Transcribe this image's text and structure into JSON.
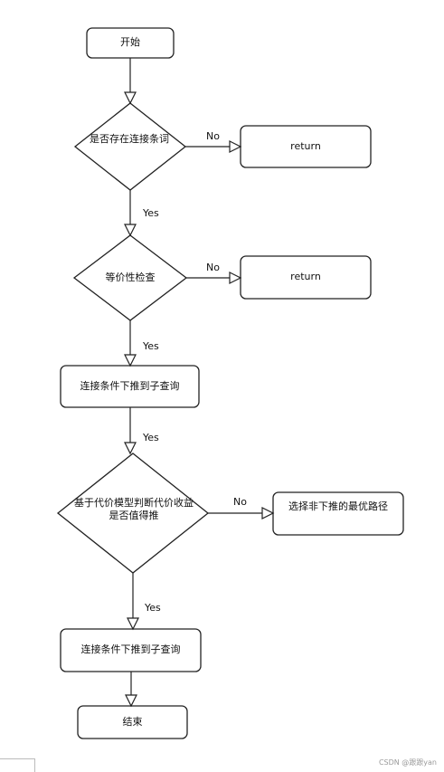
{
  "nodes": {
    "start": "开始",
    "q_connect": "是否存在连接条词",
    "return1": "return",
    "q_equiv": "等价性检查",
    "return2": "return",
    "push1": "连接条件下推到子查询",
    "q_cost": "基于代价模型判断代价收益是否值得推",
    "alt": "选择非下推的最优路径",
    "push2": "连接条件下推到子查询",
    "end": "结束"
  },
  "edges": {
    "no1": "No",
    "yes1": "Yes",
    "no2": "No",
    "yes2": "Yes",
    "yes3": "Yes",
    "no3": "No",
    "yes4": "Yes"
  },
  "watermark": "CSDN @跟跟yan",
  "colors": {
    "stroke": "#222222",
    "fill": "#ffffff"
  }
}
